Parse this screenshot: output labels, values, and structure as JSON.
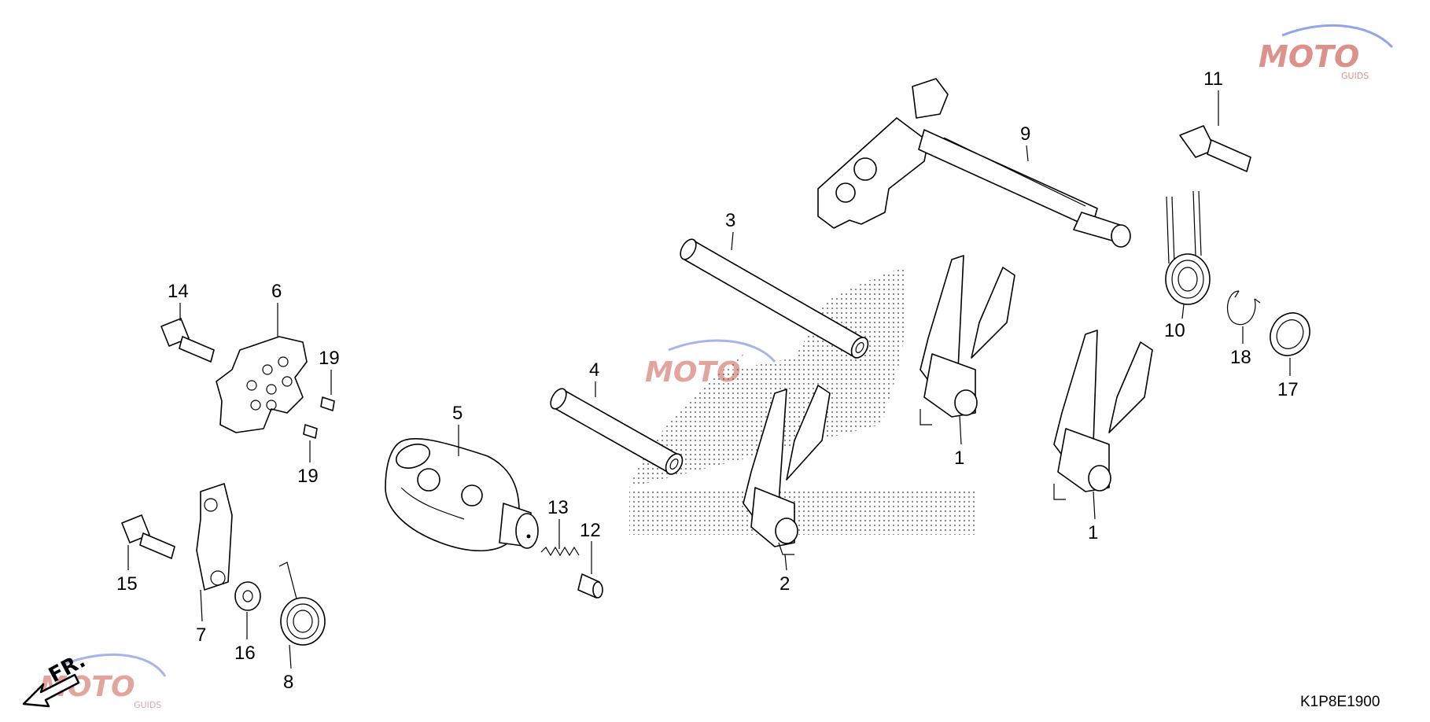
{
  "diagram_code": "K1P8E1900",
  "direction_label": "FR.",
  "colors": {
    "line": "#000000",
    "background": "#ffffff",
    "watermark_red": "#c0392b",
    "watermark_blue": "#3b5bdb"
  },
  "callouts": {
    "c1a": "1",
    "c1b": "1",
    "c2": "2",
    "c3": "3",
    "c4": "4",
    "c5": "5",
    "c6": "6",
    "c7": "7",
    "c8": "8",
    "c9": "9",
    "c10": "10",
    "c11": "11",
    "c12": "12",
    "c13": "13",
    "c14": "14",
    "c15": "15",
    "c16": "16",
    "c17": "17",
    "c18": "18",
    "c19a": "19",
    "c19b": "19"
  },
  "parts": [
    "shift-fork-1a",
    "shift-fork-1b",
    "shift-fork-2",
    "fork-shaft-3",
    "fork-shaft-4",
    "shift-drum-5",
    "drum-center-6",
    "stopper-arm-7",
    "stopper-spring-8",
    "gearshift-spindle-9",
    "return-spring-10",
    "return-spring-pin-11",
    "drum-pin-12",
    "drum-spring-13",
    "bolt-14",
    "bolt-15",
    "collar-16",
    "washer-17",
    "circlip-18",
    "dowel-pin-19a",
    "dowel-pin-19b"
  ]
}
